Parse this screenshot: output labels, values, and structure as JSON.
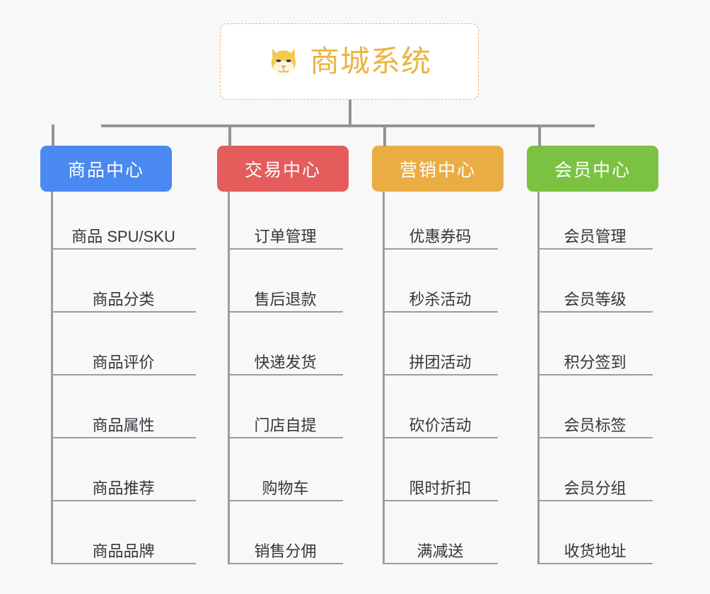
{
  "page": {
    "background_color": "#f8f8f9",
    "line_color": "#909497",
    "leaf_line_color": "#9a9da0",
    "leaf_text_color": "#33363a"
  },
  "root": {
    "title": "商城系统",
    "icon": "shiba-dog-face-icon",
    "text_color": "#eab541",
    "border_color": "#eab866",
    "background_color": "#ffffff",
    "border_style": "dashed"
  },
  "categories": [
    {
      "name": "商品中心",
      "color": "#4a89f2",
      "key": "product-center",
      "items": [
        "商品 SPU/SKU",
        "商品分类",
        "商品评价",
        "商品属性",
        "商品推荐",
        "商品品牌"
      ]
    },
    {
      "name": "交易中心",
      "color": "#e45c5c",
      "key": "trade-center",
      "items": [
        "订单管理",
        "售后退款",
        "快递发货",
        "门店自提",
        "购物车",
        "销售分佣"
      ]
    },
    {
      "name": "营销中心",
      "color": "#eaad44",
      "key": "marketing-center",
      "items": [
        "优惠券码",
        "秒杀活动",
        "拼团活动",
        "砍价活动",
        "限时折扣",
        "满减送"
      ]
    },
    {
      "name": "会员中心",
      "color": "#7bc243",
      "key": "member-center",
      "items": [
        "会员管理",
        "会员等级",
        "积分签到",
        "会员标签",
        "会员分组",
        "收货地址"
      ]
    }
  ]
}
